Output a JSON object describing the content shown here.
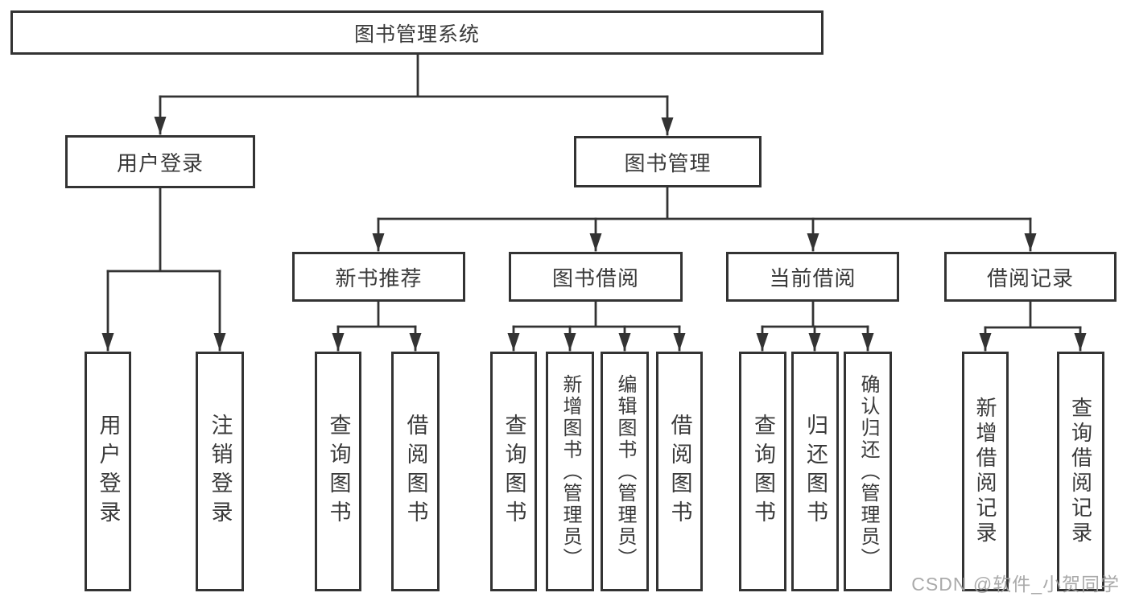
{
  "colors": {
    "line": "#333333",
    "box_border": "#333333",
    "text": "#3a3a3a",
    "background": "#ffffff",
    "watermark": "#a3a3a3"
  },
  "watermark": "CSDN @软件_小贺同学",
  "diagram": {
    "root": {
      "label": "图书管理系统"
    },
    "level2": [
      {
        "label": "用户登录"
      },
      {
        "label": "图书管理"
      }
    ],
    "level3": [
      {
        "label": "新书推荐"
      },
      {
        "label": "图书借阅"
      },
      {
        "label": "当前借阅"
      },
      {
        "label": "借阅记录"
      }
    ],
    "leaves": {
      "user_login": [
        "用户登录",
        "注销登录"
      ],
      "new_book": [
        "查询图书",
        "借阅图书"
      ],
      "book_borrow": [
        "查询图书",
        "新增图书（管理员）",
        "编辑图书（管理员）",
        "借阅图书"
      ],
      "current_borrow": [
        "查询图书",
        "归还图书",
        "确认归还（管理员）"
      ],
      "borrow_record": [
        "新增借阅记录",
        "查询借阅记录"
      ]
    }
  }
}
